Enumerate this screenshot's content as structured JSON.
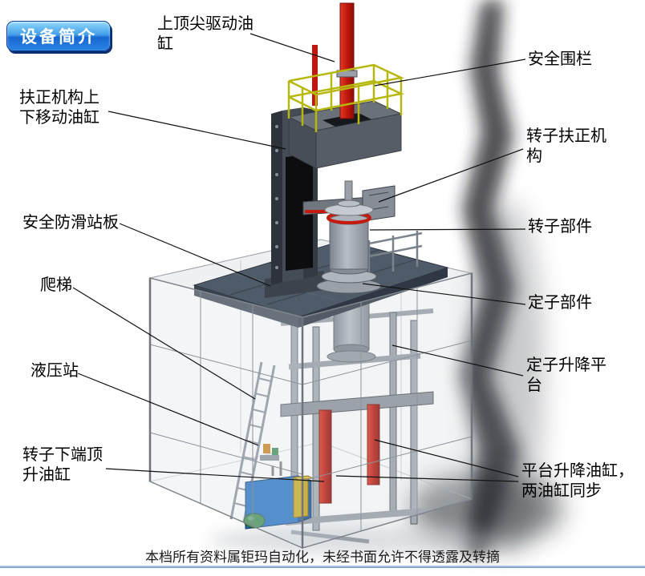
{
  "badge": {
    "label": "设备简介"
  },
  "annotations": {
    "top_drive_cylinder": "上顶尖驱动油缸",
    "safety_fence": "安全围栏",
    "centering_move_cylinder": "扶正机构上下移动油缸",
    "rotor_centering_mechanism": "转子扶正机构",
    "anti_slip_platform": "安全防滑站板",
    "rotor_part": "转子部件",
    "ladder": "爬梯",
    "stator_part": "定子部件",
    "hydraulic_station": "液压站",
    "stator_lift_platform": "定子升降平台",
    "rotor_bottom_jack_cylinder": "转子下端顶升油缸",
    "platform_lift_cylinders": "平台升降油缸，两油缸同步"
  },
  "footer": {
    "text": "本档所有资料属钜玛自动化，未经书面允许不得透露及转摘"
  },
  "colors": {
    "cylinder_red": "#c0180e",
    "railing_yellow": "#b6b80e",
    "hydraulic_blue": "#1f6fc2",
    "badge_blue": "#1767cf",
    "platform_slate": "#4f5b69"
  }
}
